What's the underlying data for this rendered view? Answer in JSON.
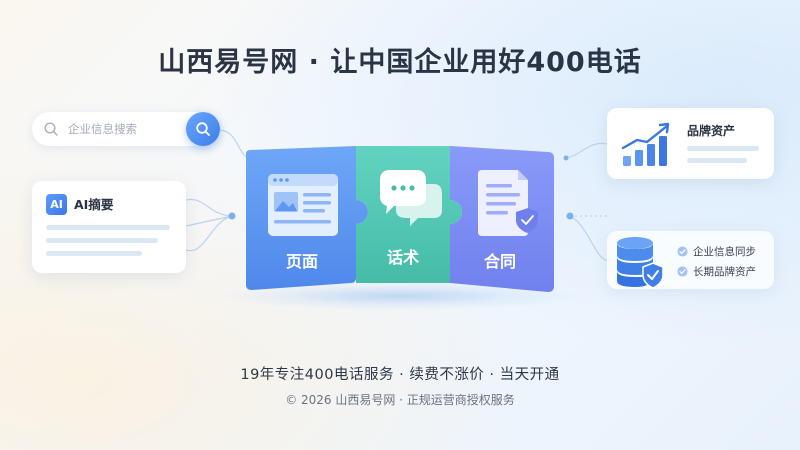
{
  "header": {
    "title": "山西易号网 · 让中国企业用好400电话"
  },
  "search": {
    "placeholder": "企业信息搜索"
  },
  "ai_card": {
    "badge": "AI",
    "title": "AI摘要"
  },
  "puzzle": {
    "pieces": [
      {
        "label": "页面",
        "icon": "webpage-icon",
        "color": "#5d97f2"
      },
      {
        "label": "话术",
        "icon": "chat-bubbles-icon",
        "color": "#4fc8b4"
      },
      {
        "label": "合同",
        "icon": "contract-icon",
        "color": "#7e8ef5"
      }
    ]
  },
  "brand_card": {
    "label": "品牌资产",
    "icon": "growth-chart-icon"
  },
  "sync_card": {
    "icon": "database-shield-icon",
    "items": [
      "企业信息同步",
      "长期品牌资产"
    ]
  },
  "footer": {
    "tagline": "19年专注400电话服务 · 续费不涨价 · 当天开通",
    "copyright": "© 2026 山西易号网 · 正规运营商授权服务"
  },
  "colors": {
    "accent_blue": "#3d7fe8",
    "teal": "#4fc8b4",
    "violet": "#7e8ef5",
    "title_text": "#2b3445"
  }
}
